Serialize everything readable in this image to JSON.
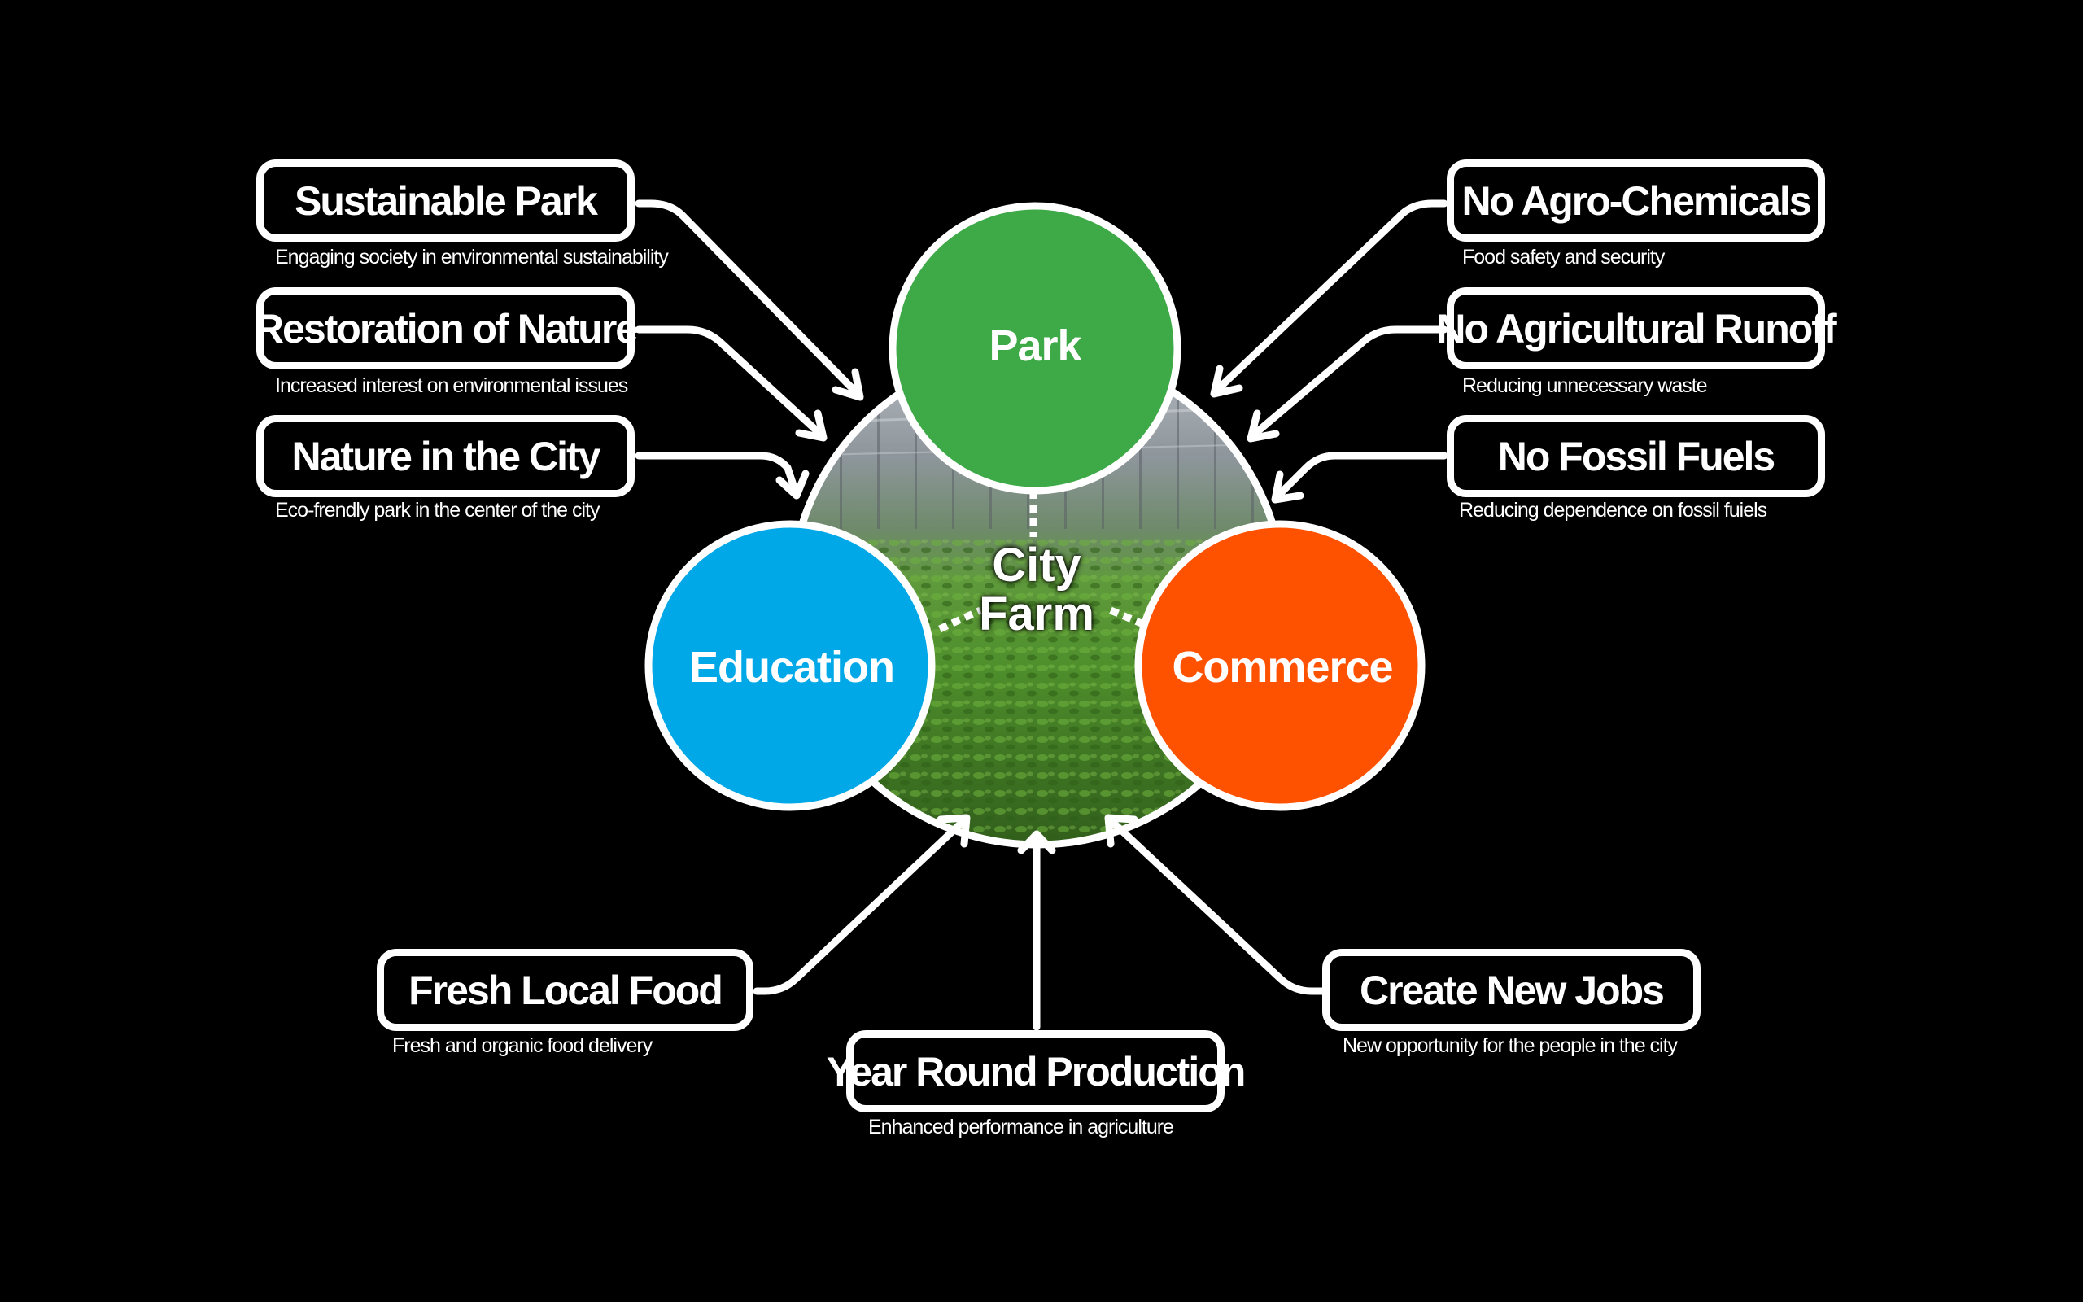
{
  "center": {
    "line1": "City",
    "line2": "Farm"
  },
  "circles": {
    "park": {
      "label": "Park",
      "color": "#3daa47"
    },
    "education": {
      "label": "Education",
      "color": "#00a8e8"
    },
    "commerce": {
      "label": "Commerce",
      "color": "#ff5200"
    }
  },
  "left_boxes": [
    {
      "title": "Sustainable Park",
      "subtitle": "Engaging society in environmental sustainability"
    },
    {
      "title": "Restoration of Nature",
      "subtitle": "Increased interest on environmental issues"
    },
    {
      "title": "Nature in the City",
      "subtitle": "Eco-frendly park in the center of the city"
    }
  ],
  "right_boxes": [
    {
      "title": "No Agro-Chemicals",
      "subtitle": "Food safety and security"
    },
    {
      "title": "No Agricultural Runoff",
      "subtitle": "Reducing unnecessary waste"
    },
    {
      "title": "No Fossil Fuels",
      "subtitle": "Reducing dependence on fossil fuiels"
    }
  ],
  "bottom_boxes": [
    {
      "title": "Fresh Local Food",
      "subtitle": "Fresh and organic food delivery"
    },
    {
      "title": "Year Round Production",
      "subtitle": "Enhanced performance in agriculture"
    },
    {
      "title": "Create  New Jobs",
      "subtitle": "New opportunity for the people in the city"
    }
  ],
  "colors": {
    "background": "#000000",
    "stroke": "#ffffff"
  }
}
